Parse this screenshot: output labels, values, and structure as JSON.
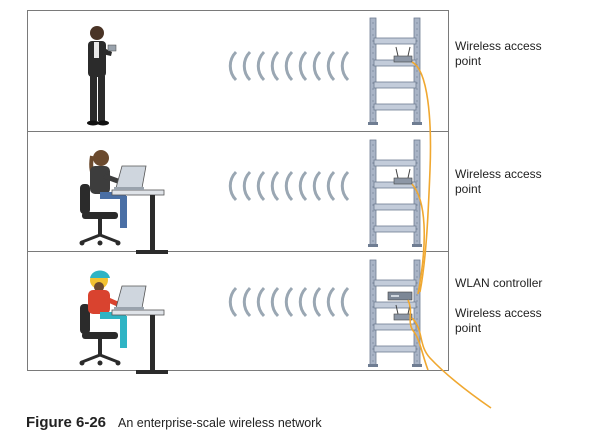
{
  "figure": {
    "number": "Figure 6-26",
    "caption": "An enterprise-scale wireless network"
  },
  "rows": [
    {
      "person": "standing-person-with-handheld",
      "labels": [
        "Wireless access point"
      ]
    },
    {
      "person": "seated-person-with-laptop",
      "labels": [
        "Wireless access point"
      ]
    },
    {
      "person": "seated-person-with-laptop",
      "labels": [
        "WLAN controller",
        "Wireless access point"
      ]
    }
  ],
  "colors": {
    "frame": "#7a7a7a",
    "signal": "#9aa7b3",
    "rack": "#a9b4c6",
    "rack_dark": "#6f7d92",
    "cable": "#f0a830",
    "suit": "#2b2b2b",
    "sweater": "#3d3d3d",
    "jeans": "#4a6fa5",
    "teal": "#2fb4c4"
  }
}
